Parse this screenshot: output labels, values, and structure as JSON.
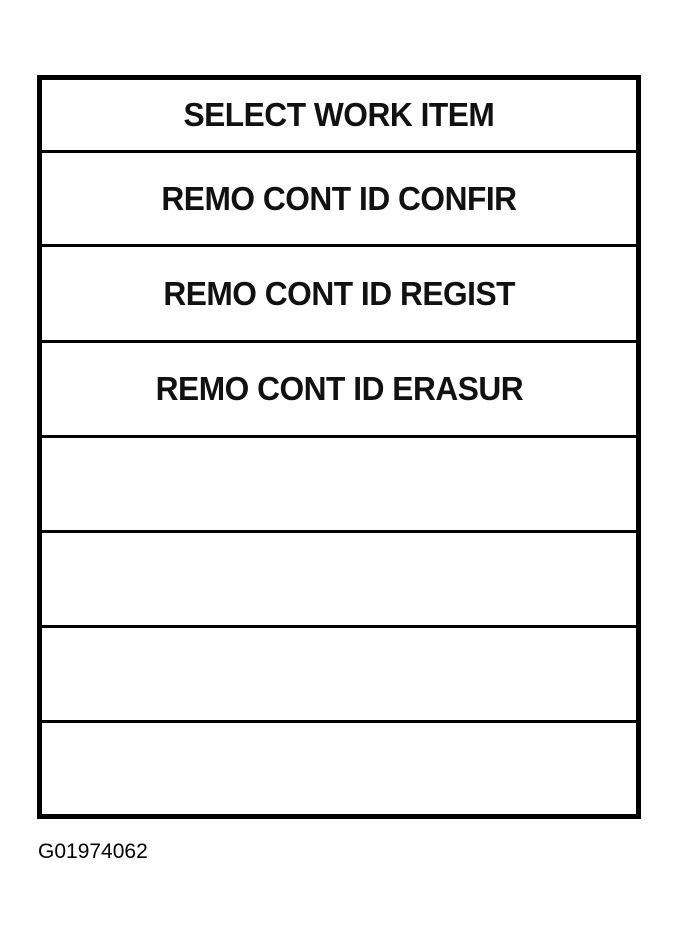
{
  "screen": {
    "header": "SELECT WORK ITEM",
    "items": [
      "REMO CONT ID CONFIR",
      "REMO CONT ID REGIST",
      "REMO CONT ID ERASUR",
      "",
      "",
      "",
      ""
    ]
  },
  "caption": "G01974062"
}
